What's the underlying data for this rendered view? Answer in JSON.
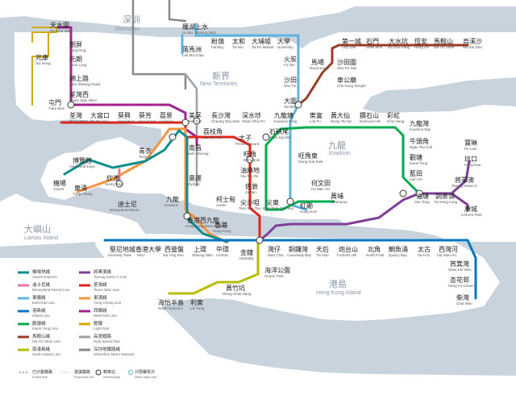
{
  "colors": {
    "water": "#c9d3dd",
    "land": "#ffffff",
    "airport": "#0d8e8d",
    "disney": "#e677a1",
    "east": "#5bb5e0",
    "island": "#0075c2",
    "tsuenwan": "#e2231a",
    "tko": "#7e3f98",
    "tungchung": "#f7943e",
    "west": "#a3238e",
    "kwuntong": "#00ab4e",
    "tuenma": "#9a3b26",
    "light": "#d3a809",
    "south": "#b5bd00",
    "hsr": "#9ba3a8",
    "shenzhen": "#888888"
  },
  "regions": {
    "shenzhen_zh": "深圳",
    "shenzhen_en": "Shenzhen",
    "nt_zh": "新界",
    "nt_en": "New Territories",
    "kowloon_zh": "九龍",
    "kowloon_en": "Kowloon",
    "hki_zh": "港島",
    "hki_en": "Hong Kong Island",
    "lantau_zh": "大嶼山",
    "lantau_en": "Lantau Island"
  },
  "stations": [
    {
      "zh": "天水圍",
      "en": "Tin Shui Wai"
    },
    {
      "zh": "朗屏",
      "en": "Long Ping"
    },
    {
      "zh": "兆康",
      "en": "Siu Hong"
    },
    {
      "zh": "元朗",
      "en": "Yuen Long"
    },
    {
      "zh": "錦上路",
      "en": "Kam Sheung Road"
    },
    {
      "zh": "荃灣西",
      "en": "Tsuen Wan West"
    },
    {
      "zh": "屯門",
      "en": "Tuen Mun"
    },
    {
      "zh": "羅湖",
      "en": "Lo Wu"
    },
    {
      "zh": "上水",
      "en": "Sheung Shui"
    },
    {
      "zh": "落馬洲",
      "en": "Lok Ma Chau"
    },
    {
      "zh": "粉嶺",
      "en": "Fanling"
    },
    {
      "zh": "太和",
      "en": "Tai Wo"
    },
    {
      "zh": "大埔墟",
      "en": "Tai Po Market"
    },
    {
      "zh": "大學",
      "en": "University"
    },
    {
      "zh": "火炭",
      "en": "Fo Tan"
    },
    {
      "zh": "馬場",
      "en": "Racecourse"
    },
    {
      "zh": "沙田",
      "en": "Sha Tin"
    },
    {
      "zh": "大圍",
      "en": "Tai Wai"
    },
    {
      "zh": "第一城",
      "en": "City One"
    },
    {
      "zh": "石門",
      "en": "Shek Mun"
    },
    {
      "zh": "大水坑",
      "en": "Tai Shui Hang"
    },
    {
      "zh": "恆安",
      "en": "Heng On"
    },
    {
      "zh": "馬鞍山",
      "en": "Ma On Shan"
    },
    {
      "zh": "烏溪沙",
      "en": "Wu Kai Sha"
    },
    {
      "zh": "沙田圍",
      "en": "Sha Tin Wai"
    },
    {
      "zh": "車公廟",
      "en": "Che Kung Temple"
    },
    {
      "zh": "荃灣",
      "en": "Tsuen Wan"
    },
    {
      "zh": "大窩口",
      "en": "Tai Wo Hau"
    },
    {
      "zh": "葵興",
      "en": "Kwai Hing"
    },
    {
      "zh": "葵芳",
      "en": "Kwai Fong"
    },
    {
      "zh": "荔景",
      "en": "Lai King"
    },
    {
      "zh": "美孚",
      "en": "Mei Foo"
    },
    {
      "zh": "長沙灣",
      "en": "Cheung Sha Wan"
    },
    {
      "zh": "深水埗",
      "en": "Sham Shui Po"
    },
    {
      "zh": "九龍塘",
      "en": "Kowloon Tong"
    },
    {
      "zh": "樂富",
      "en": "Lok Fu"
    },
    {
      "zh": "黃大仙",
      "en": "Wong Tai Sin"
    },
    {
      "zh": "鑽石山",
      "en": "Diamond Hill"
    },
    {
      "zh": "彩虹",
      "en": "Choi Hung"
    },
    {
      "zh": "荔枝角",
      "en": "Lai Chi Kok"
    },
    {
      "zh": "太子",
      "en": "Prince Edward"
    },
    {
      "zh": "石硤尾",
      "en": "Shek Kip Mei"
    },
    {
      "zh": "九龍灣",
      "en": "Kowloon Bay"
    },
    {
      "zh": "牛頭角",
      "en": "Ngau Tau Kok"
    },
    {
      "zh": "觀塘",
      "en": "Kwun Tong"
    },
    {
      "zh": "藍田",
      "en": "Lam Tin"
    },
    {
      "zh": "旺角",
      "en": "Mong Kok"
    },
    {
      "zh": "旺角東",
      "en": "Mong Kok East"
    },
    {
      "zh": "油麻地",
      "en": "Yau Ma Tei"
    },
    {
      "zh": "佐敦",
      "en": "Jordan"
    },
    {
      "zh": "何文田",
      "en": "Ho Man Tin"
    },
    {
      "zh": "尖沙咀",
      "en": "Tsim Sha Tsui"
    },
    {
      "zh": "尖東",
      "en": "East Tsim Sha Tsui"
    },
    {
      "zh": "紅磡",
      "en": "Hung Hom"
    },
    {
      "zh": "黃埔",
      "en": "Whampoa"
    },
    {
      "zh": "寶琳",
      "en": "Po Lam"
    },
    {
      "zh": "坑口",
      "en": "Hang Hau"
    },
    {
      "zh": "將軍澳",
      "en": "Tseung Kwan O"
    },
    {
      "zh": "調景嶺",
      "en": "Tiu Keng Leng"
    },
    {
      "zh": "油塘",
      "en": "Yau Tong"
    },
    {
      "zh": "康城",
      "en": "LOHAS Park"
    },
    {
      "zh": "青衣",
      "en": "Tsing Yi"
    },
    {
      "zh": "南昌",
      "en": "Nam Cheong"
    },
    {
      "zh": "奧運",
      "en": "Olympic"
    },
    {
      "zh": "九龍",
      "en": "Kowloon"
    },
    {
      "zh": "柯士甸",
      "en": "Austin"
    },
    {
      "zh": "博覽館",
      "en": "AsiaWorld-Expo"
    },
    {
      "zh": "機場",
      "en": "Airport"
    },
    {
      "zh": "欣澳",
      "en": "Sunny Bay"
    },
    {
      "zh": "東涌",
      "en": "Tung Chung"
    },
    {
      "zh": "迪士尼",
      "en": "Disneyland Resort"
    },
    {
      "zh": "香港西九龍",
      "en": "Hong Kong West Kowloon"
    },
    {
      "zh": "香港",
      "en": "Hong Kong"
    },
    {
      "zh": "堅尼地城",
      "en": "Kennedy Town"
    },
    {
      "zh": "香港大學",
      "en": "HKU"
    },
    {
      "zh": "西營盤",
      "en": "Sai Ying Pun"
    },
    {
      "zh": "上環",
      "en": "Sheung Wan"
    },
    {
      "zh": "中環",
      "en": "Central"
    },
    {
      "zh": "金鐘",
      "en": "Admiralty"
    },
    {
      "zh": "灣仔",
      "en": "Wan Chai"
    },
    {
      "zh": "銅鑼灣",
      "en": "Causeway Bay"
    },
    {
      "zh": "天后",
      "en": "Tin Hau"
    },
    {
      "zh": "炮台山",
      "en": "Fortress Hill"
    },
    {
      "zh": "北角",
      "en": "North Point"
    },
    {
      "zh": "鰂魚涌",
      "en": "Quarry Bay"
    },
    {
      "zh": "太古",
      "en": "Tai Koo"
    },
    {
      "zh": "西灣河",
      "en": "Sai Wan Ho"
    },
    {
      "zh": "筲箕灣",
      "en": "Shau Kei Wan"
    },
    {
      "zh": "杏花邨",
      "en": "Heng Fa Chuen"
    },
    {
      "zh": "柴灣",
      "en": "Chai Wan"
    },
    {
      "zh": "海洋公園",
      "en": "Ocean Park"
    },
    {
      "zh": "黃竹坑",
      "en": "Wong Chuk Hang"
    },
    {
      "zh": "海怡半島",
      "en": "South Horizons"
    },
    {
      "zh": "利東",
      "en": "Lei Tung"
    }
  ],
  "legend": [
    {
      "zh": "機場快綫",
      "en": "Airport Express",
      "color": "#0d8e8d"
    },
    {
      "zh": "迪士尼綫",
      "en": "Disneyland Resort Line",
      "color": "#e677a1"
    },
    {
      "zh": "東鐵綫",
      "en": "East Rail Line",
      "color": "#5bb5e0"
    },
    {
      "zh": "港島綫",
      "en": "Island Line",
      "color": "#0075c2"
    },
    {
      "zh": "觀塘綫",
      "en": "Kwun Tong Line",
      "color": "#00ab4e"
    },
    {
      "zh": "馬鞍山綫",
      "en": "Ma On Shan Line",
      "color": "#9a3b26"
    },
    {
      "zh": "南港島綫",
      "en": "South Island Line",
      "color": "#b5bd00"
    },
    {
      "zh": "將軍澳綫",
      "en": "Tseung Kwan O Line",
      "color": "#7e3f98"
    },
    {
      "zh": "荃灣綫",
      "en": "Tsuen Wan Line",
      "color": "#e2231a"
    },
    {
      "zh": "東涌綫",
      "en": "Tung Chung Line",
      "color": "#f7943e"
    },
    {
      "zh": "西鐵綫",
      "en": "West Rail Line",
      "color": "#a3238e"
    },
    {
      "zh": "輕鐵",
      "en": "Light Rail",
      "color": "#d3a809"
    },
    {
      "zh": "高速鐵路",
      "en": "High Speed Rail",
      "color": "#9ba3a8"
    },
    {
      "zh": "深圳地鐵路綫",
      "en": "Shenzhen Metro Network",
      "color": "#888888"
    }
  ],
  "legend_bottom": [
    {
      "zh": "已計劃鐵路",
      "en": "Future line"
    },
    {
      "zh": "建議鐵路",
      "en": "Proposed line"
    },
    {
      "zh": "轉車站",
      "en": "Interchange"
    },
    {
      "zh": "只限賽馬日",
      "en": "Race days only"
    }
  ]
}
